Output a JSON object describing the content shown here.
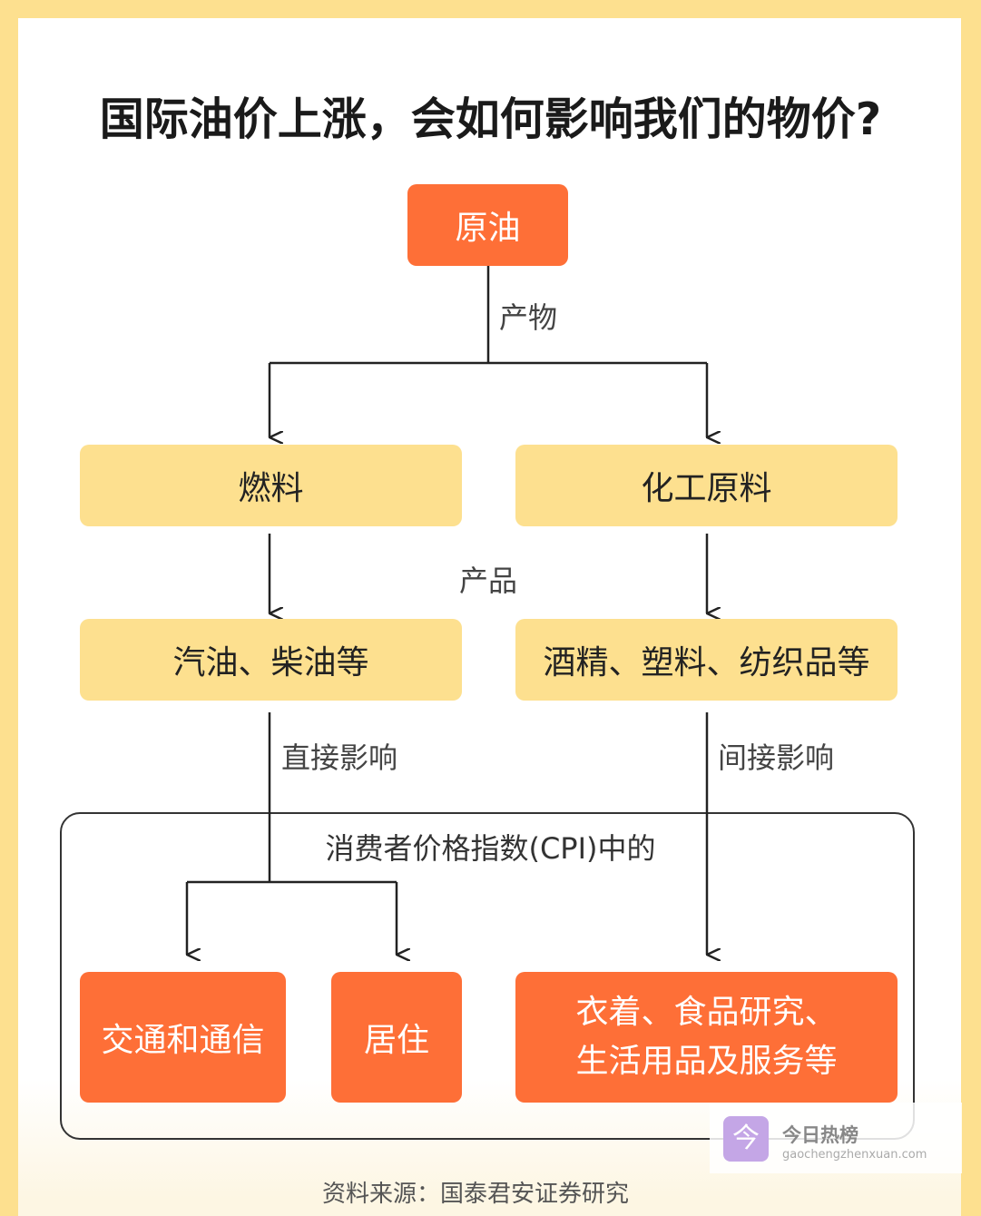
{
  "title": "国际油价上涨，会如何影响我们的物价?",
  "nodes": {
    "crude": "原油",
    "fuel": "燃料",
    "chem": "化工原料",
    "gasoline": "汽油、柴油等",
    "alcohol": "酒精、塑料、纺织品等",
    "transport": "交通和通信",
    "housing": "居住",
    "clothing_line1": "衣着、食品研究、",
    "clothing_line2": "生活用品及服务等"
  },
  "labels": {
    "products": "产物",
    "product": "产品",
    "direct": "直接影响",
    "indirect": "间接影响",
    "cpi": "消费者价格指数(CPI)中的"
  },
  "source": "资料来源：国泰君安证券研究",
  "watermark": {
    "name": "今日热榜",
    "url": "gaochengzhenxuan.com"
  },
  "colors": {
    "orange": "#fe6f37",
    "yellow": "#fde08f"
  }
}
